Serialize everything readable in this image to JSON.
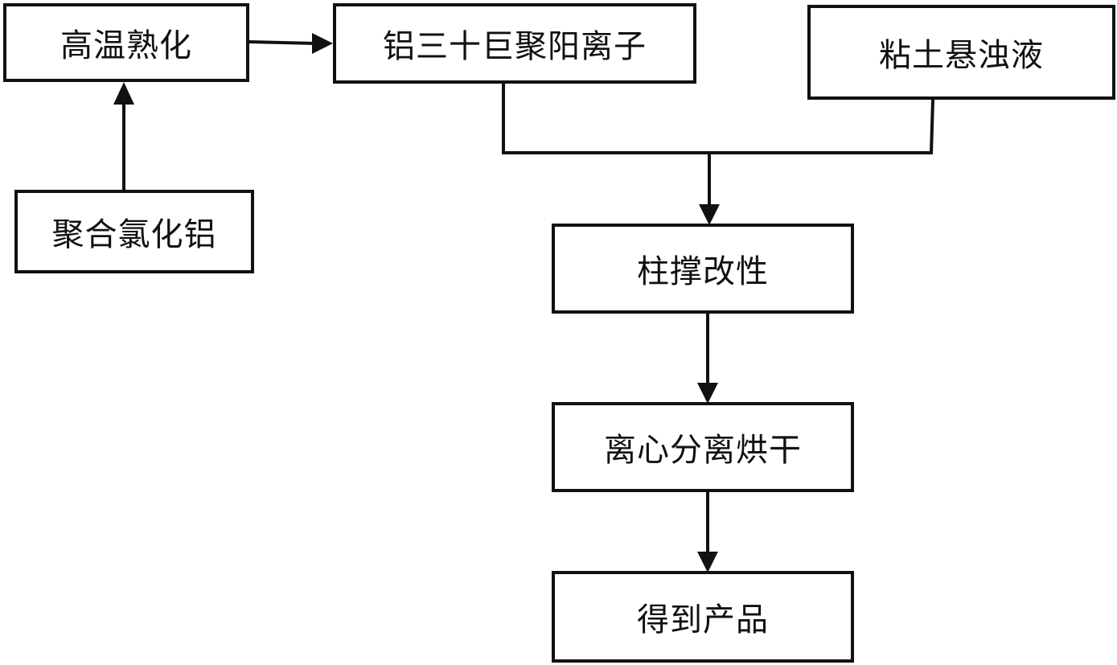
{
  "flowchart": {
    "nodes": {
      "high_temp_aging": "高温熟化",
      "al13_polycation": "铝三十巨聚阳离子",
      "clay_suspension": "粘土悬浊液",
      "polyaluminum_chloride": "聚合氯化铝",
      "pillaring_modification": "柱撑改性",
      "centrifuge_dry": "离心分离烘干",
      "get_product": "得到产品"
    },
    "edges": [
      {
        "from": "polyaluminum_chloride",
        "to": "high_temp_aging"
      },
      {
        "from": "high_temp_aging",
        "to": "al13_polycation"
      },
      {
        "from": "al13_polycation",
        "to": "pillaring_modification"
      },
      {
        "from": "clay_suspension",
        "to": "pillaring_modification"
      },
      {
        "from": "pillaring_modification",
        "to": "centrifuge_dry"
      },
      {
        "from": "centrifuge_dry",
        "to": "get_product"
      }
    ]
  }
}
